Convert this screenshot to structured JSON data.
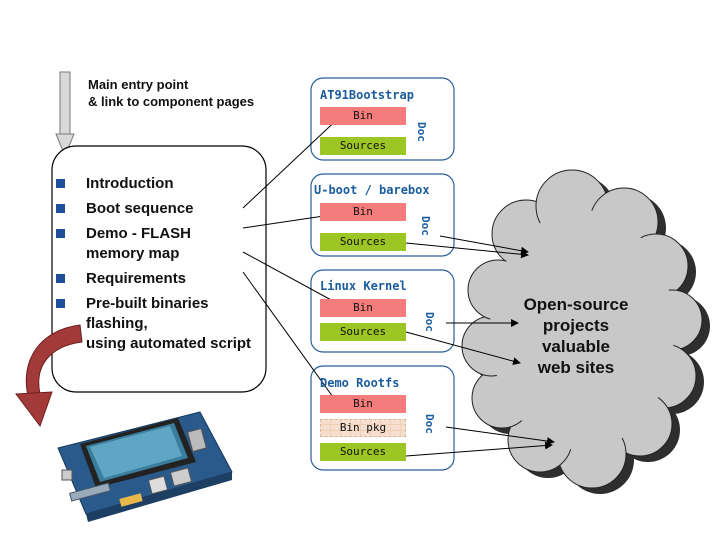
{
  "entry": {
    "line1": "Main entry point",
    "line2": "& link to component pages"
  },
  "main_list": [
    {
      "label": "Introduction"
    },
    {
      "label": "Boot sequence"
    },
    {
      "label": "Demo - FLASH\nmemory map"
    },
    {
      "label": "Requirements"
    },
    {
      "label": "Pre-built binaries\nflashing,\nusing automated script"
    }
  ],
  "components": [
    {
      "title": "AT91Bootstrap",
      "bin": "Bin",
      "sources": "Sources",
      "doc": "Doc"
    },
    {
      "title": "U-boot / barebox",
      "bin": "Bin",
      "sources": "Sources",
      "doc": "Doc"
    },
    {
      "title": "Linux Kernel",
      "bin": "Bin",
      "sources": "Sources",
      "doc": "Doc"
    },
    {
      "title": "Demo Rootfs",
      "bin": "Bin",
      "bin_pkg": "Bin pkg",
      "sources": "Sources",
      "doc": "Doc"
    }
  ],
  "cloud": {
    "text": "Open-source\nprojects\nvaluable\nweb sites"
  },
  "colors": {
    "bin": "#f47c7c",
    "sources": "#9bc623",
    "title": "#1a5c9e",
    "bullet": "#1f4e9a",
    "cloud": "#c8c8c8"
  },
  "icons": [
    "down-arrow-icon",
    "curved-arrow-icon",
    "dev-board-image"
  ]
}
